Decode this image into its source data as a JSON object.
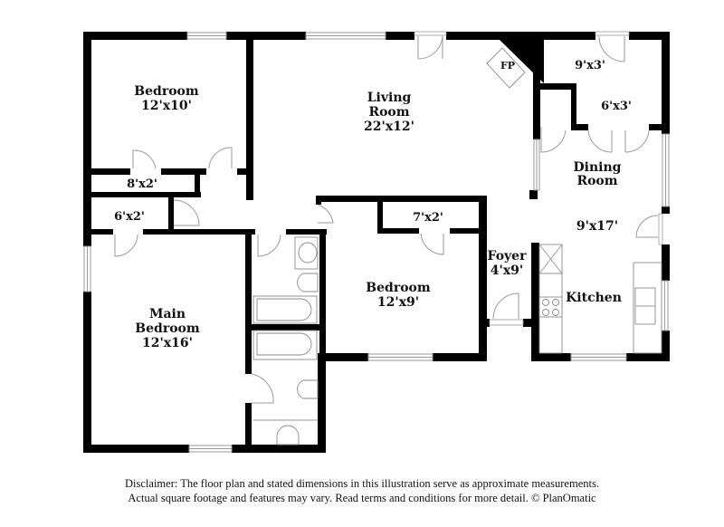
{
  "floorplan": {
    "rooms": [
      {
        "id": "bedroom-nw",
        "name": "Bedroom",
        "dims": "12'x10'"
      },
      {
        "id": "living-room",
        "name_line1": "Living",
        "name_line2": "Room",
        "dims": "22'x12'"
      },
      {
        "id": "fireplace",
        "name": "FP"
      },
      {
        "id": "closet-9x3",
        "dims": "9'x3'"
      },
      {
        "id": "closet-6x3",
        "dims": "6'x3'"
      },
      {
        "id": "dining-room",
        "name": "Dining",
        "name_line2": "Room",
        "dims": "9'x17'"
      },
      {
        "id": "closet-8x2",
        "dims": "8'x2'"
      },
      {
        "id": "closet-6x2",
        "dims": "6'x2'"
      },
      {
        "id": "closet-7x2",
        "dims": "7'x2'"
      },
      {
        "id": "bedroom-center",
        "name": "Bedroom",
        "dims": "12'x9'"
      },
      {
        "id": "foyer",
        "name": "Foyer",
        "dims": "4'x9'"
      },
      {
        "id": "kitchen",
        "name": "Kitchen"
      },
      {
        "id": "main-bedroom",
        "name_line1": "Main",
        "name_line2": "Bedroom",
        "dims": "12'x16'"
      }
    ]
  },
  "disclaimer": {
    "line1": "Disclaimer: The floor plan and stated dimensions in this illustration serve as approximate measurements.",
    "line2": "Actual square footage and features may vary. Read terms and conditions for more detail. © PlanOmatic"
  },
  "colors": {
    "wall": "#000000",
    "fixture": "#9a9a9a",
    "background": "#ffffff"
  }
}
